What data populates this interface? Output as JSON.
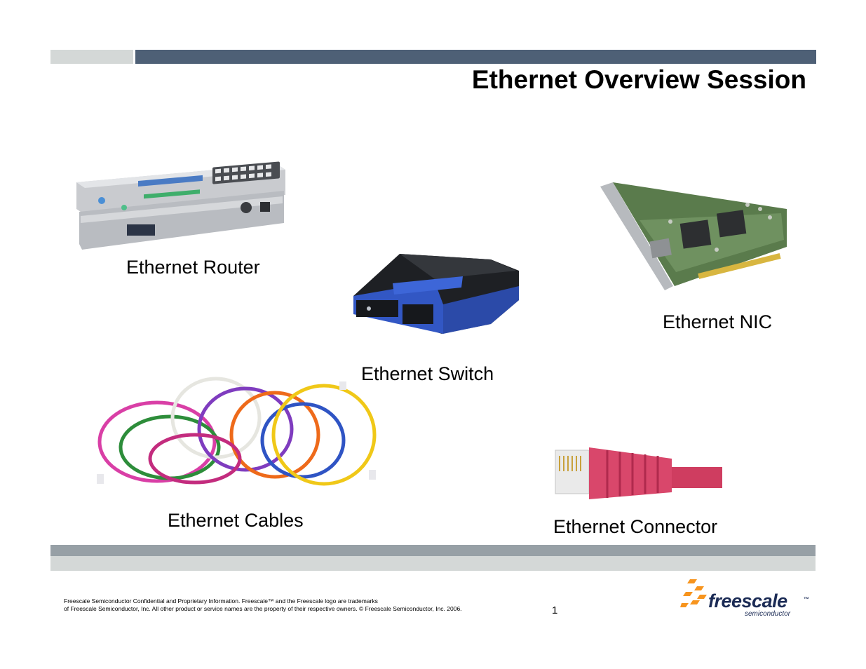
{
  "slide": {
    "title": "Ethernet Overview Session",
    "page_number": "1"
  },
  "items": [
    {
      "label": "Ethernet Router",
      "icon": "router-image"
    },
    {
      "label": "Ethernet Switch",
      "icon": "switch-image"
    },
    {
      "label": "Ethernet NIC",
      "icon": "nic-card-image"
    },
    {
      "label": "Ethernet Cables",
      "icon": "cables-image"
    },
    {
      "label": "Ethernet Connector",
      "icon": "rj45-connector-image"
    }
  ],
  "footer": {
    "line1": "Freescale Semiconductor Confidential and Proprietary Information. Freescale™ and the Freescale logo are trademarks",
    "line2": "of Freescale Semiconductor, Inc. All other product or service names are the property of their respective owners. © Freescale Semiconductor, Inc. 2006."
  },
  "logo": {
    "name": "freescale",
    "sub": "semiconductor",
    "tm": "™"
  },
  "colors": {
    "header_bar": "#4e6076",
    "light_bar": "#d4d8d7",
    "footer_bar": "#97a0a6",
    "logo_orange": "#f7941d"
  }
}
